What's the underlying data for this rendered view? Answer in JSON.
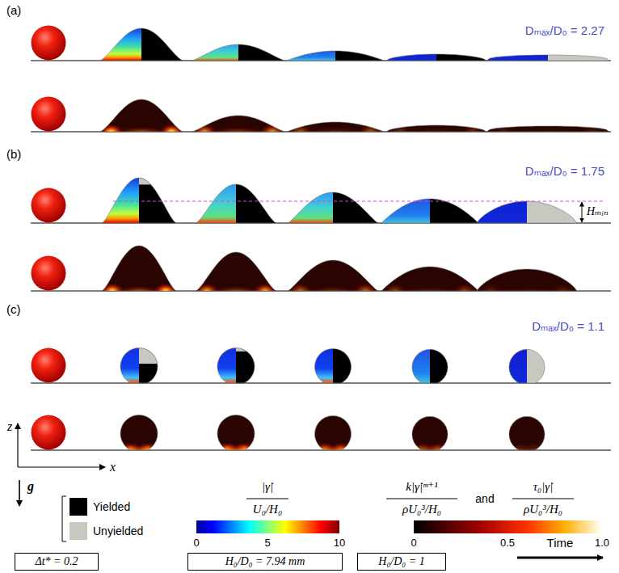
{
  "diagram": {
    "nodes": [
      {
        "text": [
          "Δt* = 0.2"
        ]
      },
      {
        "text": [
          "H₀/D₀ = 7.94 mm"
        ]
      },
      {
        "text": [
          "H₀/D₀ = 1"
        ]
      }
    ],
    "labels": [
      "(a)",
      "Dₘₐₓ/D₀ = 2.27",
      "(b)",
      "Dₘₐₓ/D₀ = 1.75",
      "Hₘᵢₙ",
      "(c)",
      "Dₘₐₓ/D₀ = 1.1",
      "z",
      "x",
      "g",
      "|γ̇|",
      "U₀/H₀",
      "k|γ̇|ᵐ⁺¹",
      "ρU₀³/H₀",
      "and",
      "τ₀|γ̇|",
      "ρU₀³/H₀",
      "0",
      "5",
      "10",
      "0",
      "0.5",
      "1.0",
      "Time"
    ],
    "legend": [
      {
        "text": "Yielded",
        "color": "#000000"
      },
      {
        "text": "Unyielded",
        "color": "#c8c8c0"
      }
    ]
  }
}
